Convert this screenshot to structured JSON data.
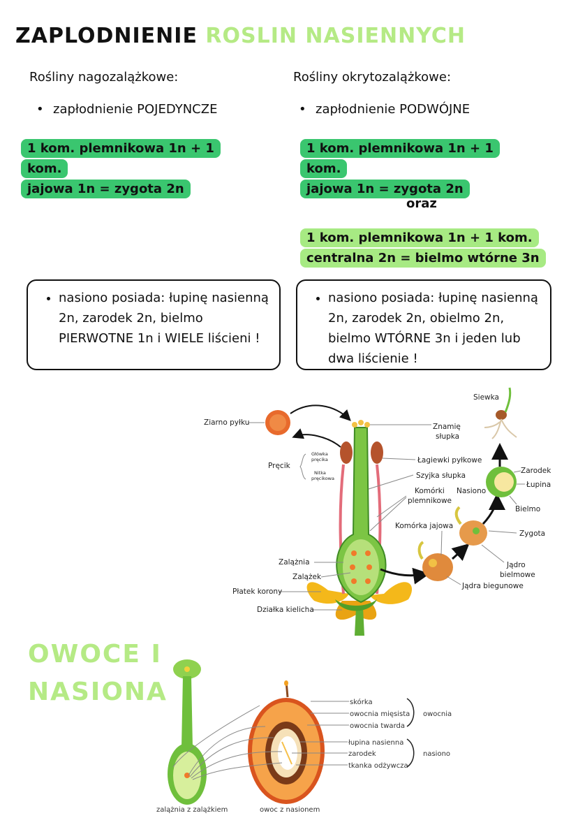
{
  "title": {
    "part1": "ZAPLODNIENIE",
    "part2": "ROSLIN NASIENNYCH"
  },
  "left": {
    "heading": "Rośliny nagozalążkowe:",
    "bullet": "zapłodnienie POJEDYNCZE",
    "highlight_line1": "1 kom. plemnikowa 1n + 1 kom.",
    "highlight_line2": "jajowa 1n = zygota 2n",
    "card": "nasiono posiada: łupinę nasienną 2n, zarodek 2n, bielmo PIERWOTNE 1n i WIELE liścieni !"
  },
  "right": {
    "heading": "Rośliny okrytozalążkowe:",
    "bullet": "zapłodnienie PODWÓJNE",
    "highlight_line1": "1 kom. plemnikowa 1n + 1 kom.",
    "highlight_line2": "jajowa 1n = zygota 2n",
    "oraz": "oraz",
    "highlight2_line1": "1 kom. plemnikowa 1n + 1 kom.",
    "highlight2_line2": "centralna 2n = bielmo wtórne 3n",
    "card": "nasiono posiada: łupinę nasienną 2n, zarodek 2n, obielmo 2n, bielmo WTÓRNE 3n i jeden lub dwa liścienie !"
  },
  "diagram1": {
    "labels": {
      "ziarno": "Ziarno pyłku",
      "precik": "Pręcik",
      "glowka1": "Główka",
      "glowka2": "pręcika",
      "nitka1": "Nitka",
      "nitka2": "pręcikowa",
      "zalaznia": "Zalążnia",
      "zalazek": "Zalążek",
      "platek": "Płatek korony",
      "dzialka": "Działka kielicha",
      "znamie1": "Znamię",
      "znamie2": "słupka",
      "lagiewki": "Łagiewki pyłkowe",
      "szyjka": "Szyjka słupka",
      "komorki1": "Komórki",
      "komorki2": "plemnikowe",
      "nasiono": "Nasiono",
      "jajowa": "Komórka jajowa",
      "siewka": "Siewka",
      "zarodek": "Zarodek",
      "lupina": "Łupina",
      "bielmo": "Bielmo",
      "zygota": "Zygota",
      "jadro1": "Jądro",
      "jadro2": "bielmowe",
      "jadra": "Jądra biegunowe"
    }
  },
  "section2": {
    "line1": "OWOCE I",
    "line2": "NASIONA"
  },
  "diagram2": {
    "labels": {
      "skorka": "skórka",
      "miesista": "owocnia mięsista",
      "twarda": "owocnia twarda",
      "owocnia": "owocnia",
      "lupina": "łupina nasienna",
      "zarodek": "zarodek",
      "tkanka": "tkanka odżywcza",
      "nasiono": "nasiono",
      "zalaznia": "zalążnia z zalążkiem",
      "owoc": "owoc z nasionem"
    }
  },
  "colors": {
    "green": "#3ac66f",
    "light_green": "#a7ea83",
    "title_light": "#b5ea85"
  }
}
